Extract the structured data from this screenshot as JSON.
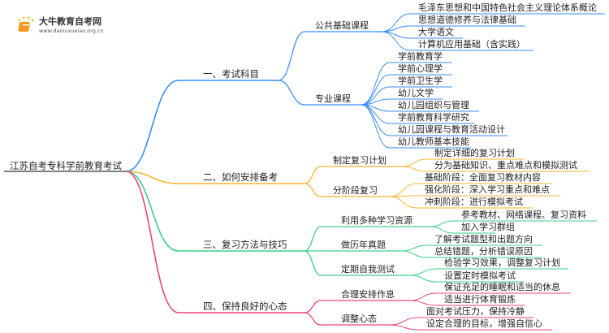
{
  "logo": {
    "name": "大牛教育自考网",
    "url": "www.daniuxueiao.org.cn"
  },
  "colors": {
    "blue": "#3a8ef6",
    "orange": "#f6b52e",
    "green": "#3dd08a",
    "pink": "#f2417e"
  },
  "root": "江苏自考专科学前教育考试",
  "branches": [
    {
      "label": "一、考试科目",
      "subs": [
        {
          "label": "公共基础课程",
          "leaves": [
            "毛泽东思想和中国特色社会主义理论体系概论",
            "思想道德修养与法律基础",
            "大学语文",
            "计算机应用基础（含实践）"
          ]
        },
        {
          "label": "专业课程",
          "leaves": [
            "学前教育学",
            "学前心理学",
            "学前卫生学",
            "幼儿文学",
            "幼儿园组织与管理",
            "学前教育科学研究",
            "幼儿园课程与教育活动设计",
            "幼儿教师基本技能"
          ]
        }
      ]
    },
    {
      "label": "二、如何安排备考",
      "subs": [
        {
          "label": "制定复习计划",
          "leaves": [
            "制定详细的复习计划",
            "分为基础知识、重点难点和模拟测试"
          ]
        },
        {
          "label": "分阶段复习",
          "leaves": [
            "基础阶段：全面复习教材内容",
            "强化阶段：深入学习重点和难点",
            "冲刺阶段：进行模拟考试"
          ]
        }
      ]
    },
    {
      "label": "三、复习方法与技巧",
      "subs": [
        {
          "label": "利用多种学习资源",
          "leaves": [
            "参考教材、网络课程、复习资料",
            "加入学习群组"
          ]
        },
        {
          "label": "做历年真题",
          "leaves": [
            "了解考试题型和出题方向",
            "总结错题，分析错误原因"
          ]
        },
        {
          "label": "定期自我测试",
          "leaves": [
            "检验学习效果，调整复习计划",
            "设置定时模拟考试"
          ]
        }
      ]
    },
    {
      "label": "四、保持良好的心态",
      "subs": [
        {
          "label": "合理安排作息",
          "leaves": [
            "保证充足的睡眠和适当的休息",
            "适当进行体育锻炼"
          ]
        },
        {
          "label": "调整心态",
          "leaves": [
            "面对考试压力，保持冷静",
            "设定合理的目标，增强自信心"
          ]
        }
      ]
    }
  ]
}
